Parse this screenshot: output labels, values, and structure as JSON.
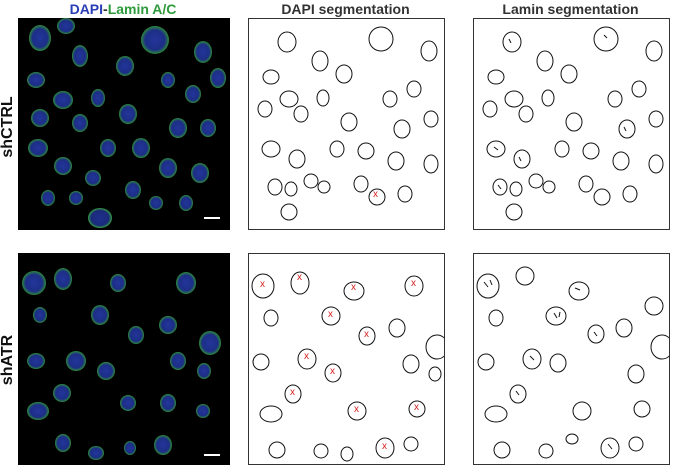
{
  "columns": {
    "col1_dapi": "DAPI",
    "col1_dash": "-",
    "col1_lamin": "Lamin A/C",
    "col2": "DAPI segmentation",
    "col3": "Lamin segmentation"
  },
  "rows": {
    "row1": "shCTRL",
    "row2": "shATR"
  },
  "marker": "x",
  "colors": {
    "dapi": "#2a3fb5",
    "lamin": "#2e9a3c",
    "outline": "#111111",
    "marker": "#d62020"
  }
}
